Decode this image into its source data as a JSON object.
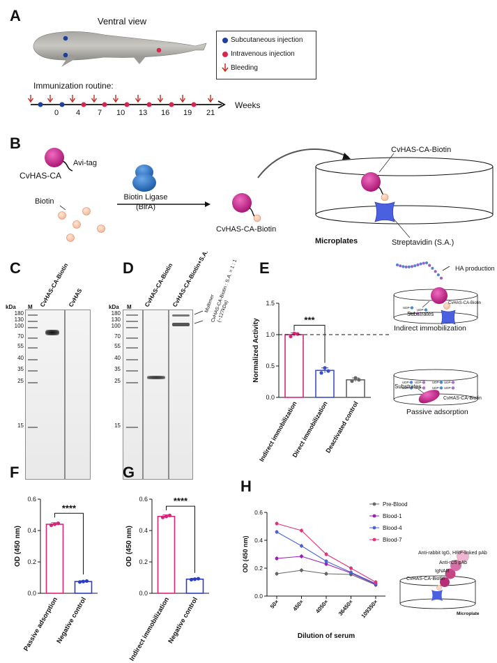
{
  "panel_A": {
    "label": "A",
    "title": "Ventral view",
    "legend": [
      "Subcutaneous injection",
      "Intravenous injection",
      "Bleeding"
    ],
    "routine_label": "Immunization routine:",
    "weeks_label": "Weeks",
    "week_ticks": [
      "0",
      "4",
      "7",
      "10",
      "13",
      "16",
      "19",
      "21"
    ],
    "colors": {
      "subcutaneous": "#1f3f9e",
      "intravenous": "#d6264e",
      "bleeding": "#c62a1b"
    }
  },
  "panel_B": {
    "label": "B",
    "cvhas_ca": "CvHAS-CA",
    "avi_tag": "Avi-tag",
    "ligase": "Biotin Ligase",
    "ligase_abbr": "(BirA)",
    "biotin": "Biotin",
    "product": "CvHAS-CA-Biotin",
    "plate_product": "CvHAS-CA-Biotin",
    "microplates": "Microplates",
    "streptavidin": "Streptavidin (S.A.)"
  },
  "panel_C": {
    "label": "C",
    "kda": "kDa",
    "marker": "M",
    "lanes": [
      "CvHAS-CA-Biotin",
      "CvHAS"
    ],
    "markers": [
      "180",
      "130",
      "100",
      "70",
      "55",
      "40",
      "35",
      "25",
      "15"
    ]
  },
  "panel_D": {
    "label": "D",
    "kda": "kDa",
    "marker": "M",
    "lanes": [
      "CvHAS-CA-Biotin",
      "CvHAS-CA-Biotin+S.A."
    ],
    "markers": [
      "180",
      "130",
      "100",
      "70",
      "55",
      "40",
      "35",
      "25",
      "15"
    ],
    "multimer": "Multimer",
    "ratio": "CvHAS-CA-Biotin : S.A. = 1 : 1",
    "size": "(~127kDa)"
  },
  "panel_E": {
    "label": "E",
    "significance": "***",
    "ha_production": "HA production",
    "enzyme_label_1": "CvHAS-CA-Biotin",
    "substrates_1": "Substrates",
    "caption_1": "Indirect immobilization",
    "substrates_2": "Substrates",
    "enzyme_label_2": "CvHAS-CA-Biotin",
    "caption_2": "Passive adsorption",
    "udp_labels": [
      "UDP-",
      "UDP-",
      "UDP-",
      "UDP-"
    ]
  },
  "panel_F": {
    "label": "F",
    "significance": "****"
  },
  "panel_G": {
    "label": "G",
    "significance": "****"
  },
  "panel_H": {
    "label": "H",
    "schematic": [
      "Anti-rabbit IgG, HRP-linked pAb",
      "Anti-rC5 pAb",
      "IgNAR",
      "CvHAS-CA-Biotin",
      "Microplate"
    ]
  },
  "chart_data": [
    {
      "panel": "E",
      "type": "bar",
      "categories": [
        "Indirect immobilization",
        "Direct immobilization",
        "Deactivated control"
      ],
      "values": [
        1.0,
        0.43,
        0.28
      ],
      "errors": [
        0.03,
        0.04,
        0.03
      ],
      "points": [
        [
          0.97,
          1.02,
          1.01
        ],
        [
          0.39,
          0.47,
          0.42
        ],
        [
          0.26,
          0.31,
          0.28
        ]
      ],
      "colors": [
        "#d6267a",
        "#3a4ec9",
        "#666666"
      ],
      "ylabel": "Normalized Activity",
      "ylim": [
        0,
        1.5
      ],
      "yticks": [
        "0.0",
        "0.5",
        "1.0",
        "1.5"
      ],
      "reference_line": 1.0
    },
    {
      "panel": "F",
      "type": "bar",
      "categories": [
        "Passive adsorption",
        "Negative control"
      ],
      "values": [
        0.44,
        0.075
      ],
      "errors": [
        0.01,
        0.005
      ],
      "colors": [
        "#d6267a",
        "#2b3ec2"
      ],
      "ylabel": "OD (450 nm)",
      "ylim": [
        0,
        0.6
      ],
      "yticks": [
        "0.0",
        "0.2",
        "0.4",
        "0.6"
      ]
    },
    {
      "panel": "G",
      "type": "bar",
      "categories": [
        "Indirect immobilization",
        "Negative control"
      ],
      "values": [
        0.49,
        0.09
      ],
      "errors": [
        0.01,
        0.005
      ],
      "colors": [
        "#d6267a",
        "#2b3ec2"
      ],
      "ylabel": "OD (450 nm)",
      "ylim": [
        0,
        0.6
      ],
      "yticks": [
        "0.0",
        "0.2",
        "0.4",
        "0.6"
      ]
    },
    {
      "panel": "H",
      "type": "line",
      "x": [
        "50×",
        "450×",
        "4050×",
        "36450×",
        "109350×"
      ],
      "xlabel": "Dilution of serum",
      "ylabel": "OD (450 nm)",
      "ylim": [
        0,
        0.6
      ],
      "yticks": [
        "0.0",
        "0.2",
        "0.4",
        "0.6"
      ],
      "legend_position": "right",
      "series": [
        {
          "name": "Pre-Blood",
          "values": [
            0.16,
            0.185,
            0.16,
            0.155,
            0.08
          ],
          "color": "#666666"
        },
        {
          "name": "Blood-1",
          "values": [
            0.27,
            0.285,
            0.23,
            0.165,
            0.085
          ],
          "color": "#9b1fb3"
        },
        {
          "name": "Blood-4",
          "values": [
            0.46,
            0.36,
            0.25,
            0.17,
            0.09
          ],
          "color": "#4a63d8"
        },
        {
          "name": "Blood-7",
          "values": [
            0.52,
            0.47,
            0.3,
            0.2,
            0.1
          ],
          "color": "#e2327c"
        }
      ]
    }
  ]
}
